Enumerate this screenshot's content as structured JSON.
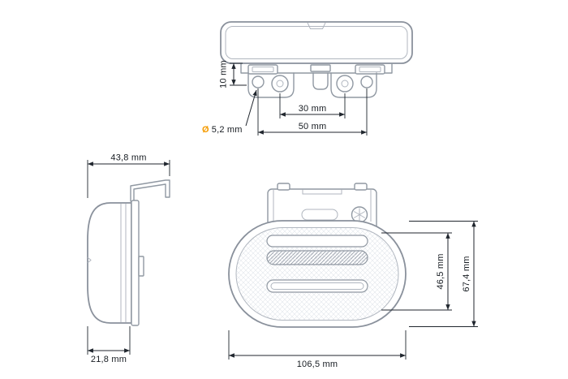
{
  "drawing": {
    "colors": {
      "background": "#ffffff",
      "product_outline": "#8a919c",
      "dimension_lines": "#20262e",
      "diameter_accent": "#f59b00"
    },
    "top_view": {
      "dim_height": "10 mm",
      "dim_inner_span": "30 mm",
      "dim_outer_span": "50 mm",
      "hole_symbol": "Ø",
      "hole_value": "5,2 mm"
    },
    "side_view": {
      "dim_total_depth": "43,8 mm",
      "dim_body_depth": "21,8 mm"
    },
    "front_view": {
      "dim_lens_height": "46,5 mm",
      "dim_total_height": "67,4 mm",
      "dim_total_width": "106,5 mm"
    }
  }
}
